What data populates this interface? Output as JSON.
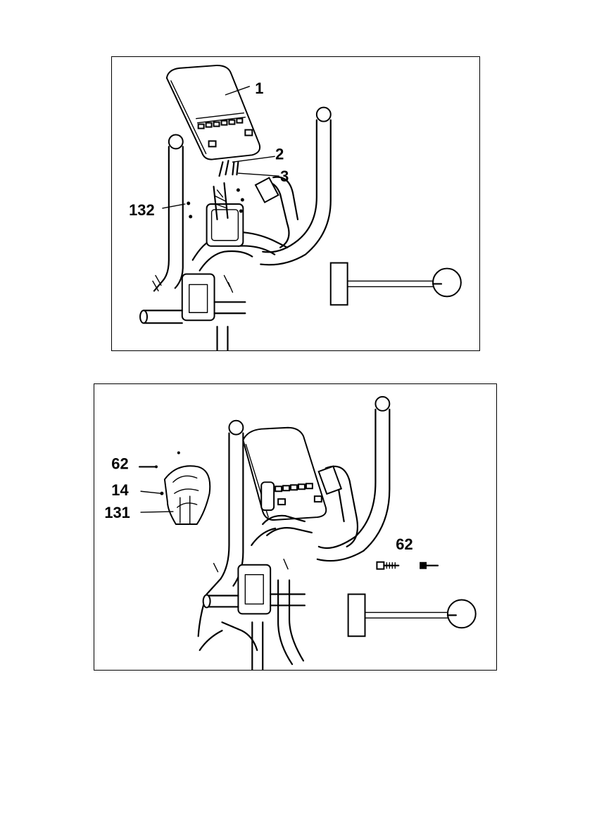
{
  "figures": [
    {
      "callouts": {
        "c1": "1",
        "c2": "2",
        "c3": "3",
        "c132": "132"
      }
    },
    {
      "callouts": {
        "c62a": "62",
        "c14": "14",
        "c131": "131",
        "c62b": "62"
      }
    }
  ]
}
